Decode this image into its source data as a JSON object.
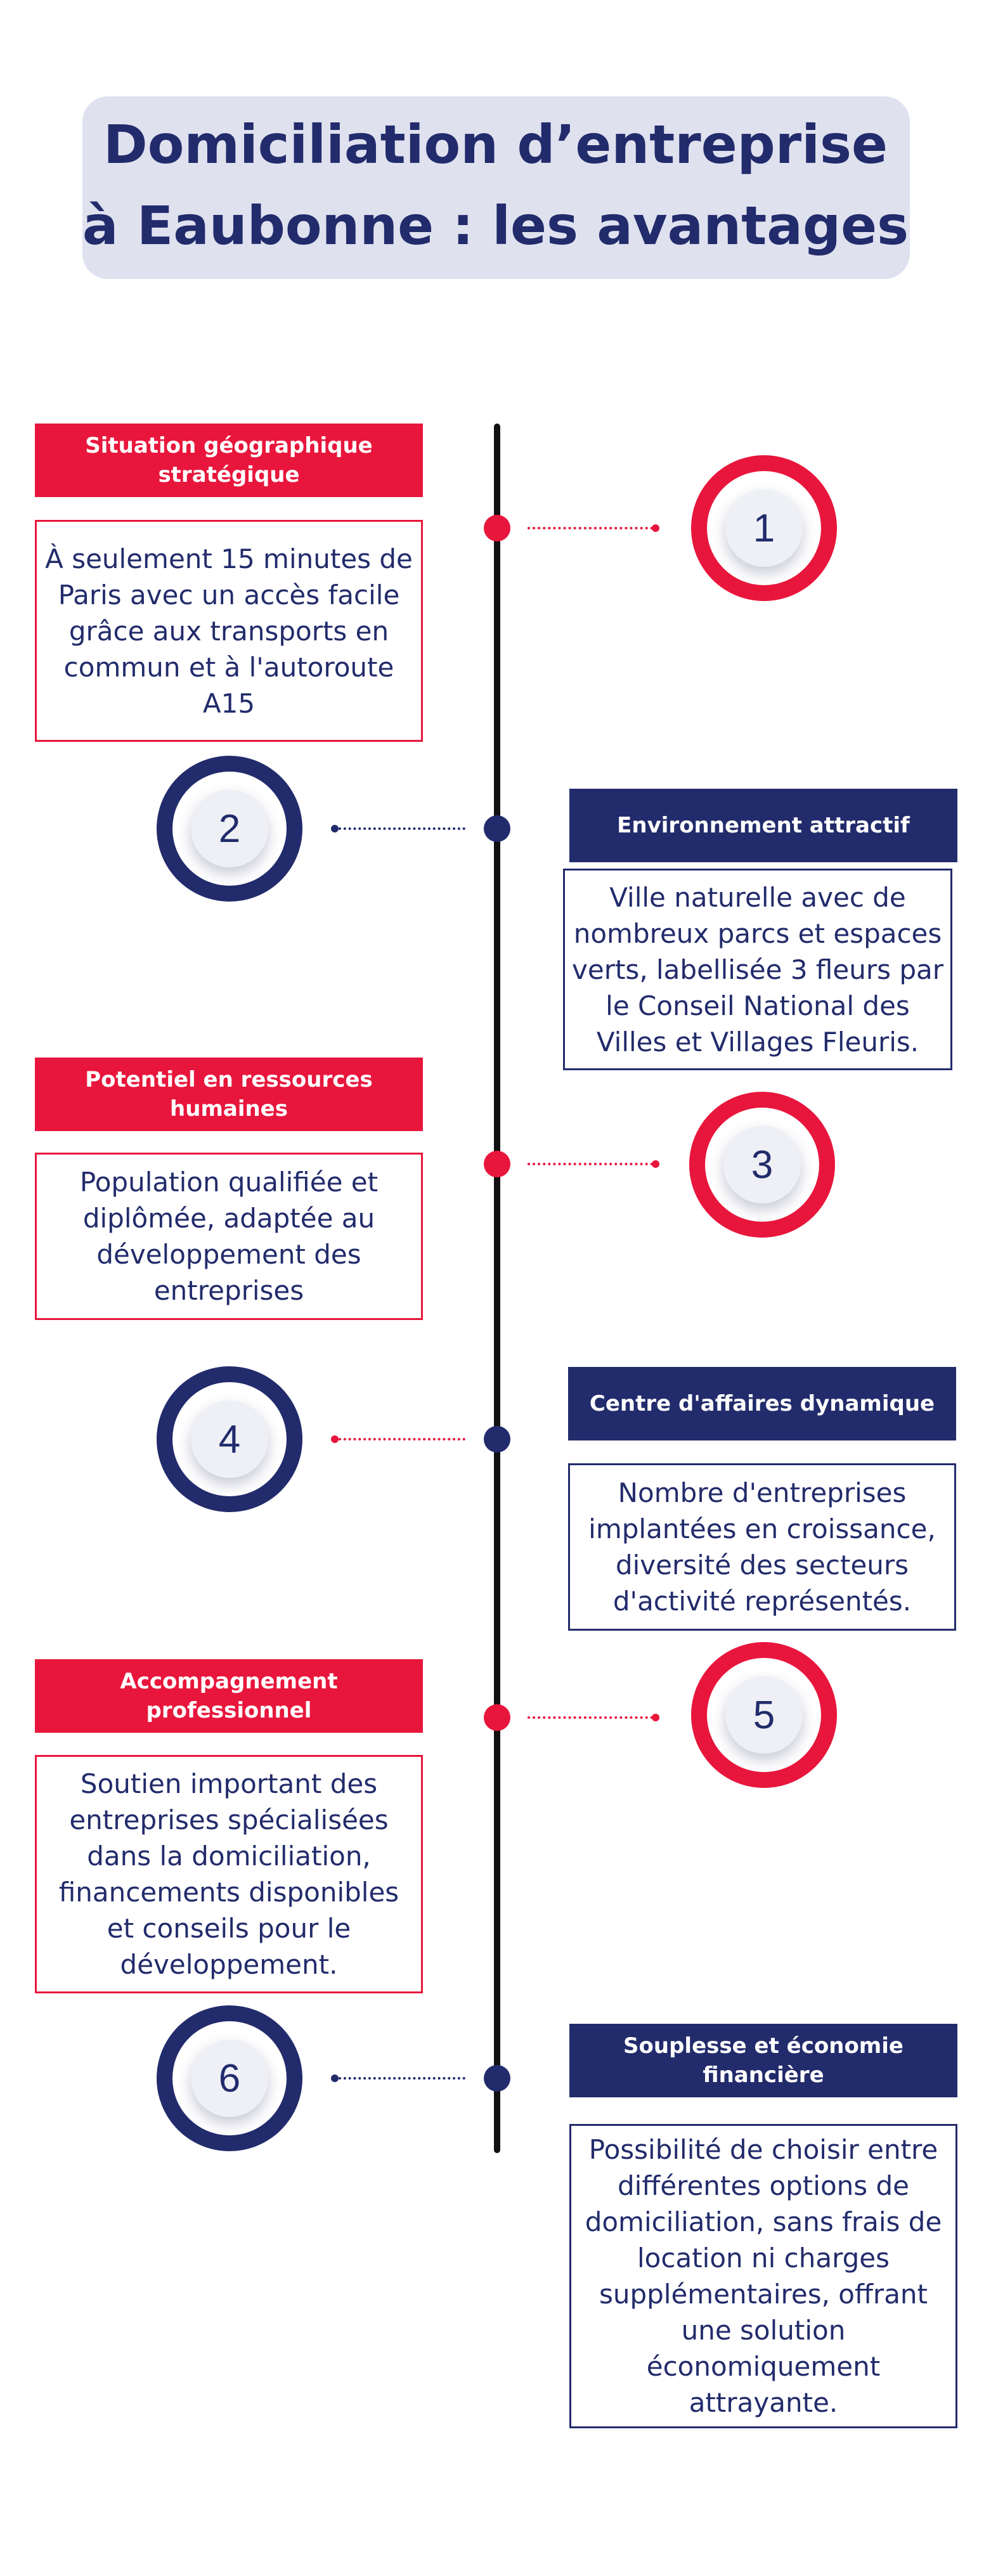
{
  "title": {
    "line1": "Domiciliation d’entreprise",
    "line2": "à Eaubonne : les avantages"
  },
  "colors": {
    "accent_red": "#e8163c",
    "navy": "#222b6b",
    "title_bg": "#dfe1ef"
  },
  "steps": [
    {
      "number": "1",
      "color": "red",
      "heading": "Situation géographique stratégique",
      "text": "À seulement 15 minutes de Paris avec un accès facile grâce aux transports en commun et à l'autoroute A15"
    },
    {
      "number": "2",
      "color": "navy",
      "heading": "Environnement attractif",
      "text": "Ville naturelle avec de nombreux parcs et espaces verts, labellisée 3 fleurs par le Conseil National des Villes et Villages Fleuris."
    },
    {
      "number": "3",
      "color": "red",
      "heading": "Potentiel en ressources humaines",
      "text": "Population qualifiée et diplômée, adaptée au développement des entreprises"
    },
    {
      "number": "4",
      "color": "navy",
      "heading": "Centre d'affaires dynamique",
      "text": "Nombre d'entreprises implantées en croissance, diversité des secteurs d'activité représentés."
    },
    {
      "number": "5",
      "color": "red",
      "heading": "Accompagnement professionnel",
      "text": "Soutien important des entreprises spécialisées dans la domiciliation, financements disponibles et conseils pour le développement."
    },
    {
      "number": "6",
      "color": "navy",
      "heading": "Souplesse et économie financière",
      "text": "Possibilité de choisir entre différentes options de domiciliation, sans frais de location ni charges supplémentaires, offrant une solution économiquement attrayante."
    }
  ]
}
